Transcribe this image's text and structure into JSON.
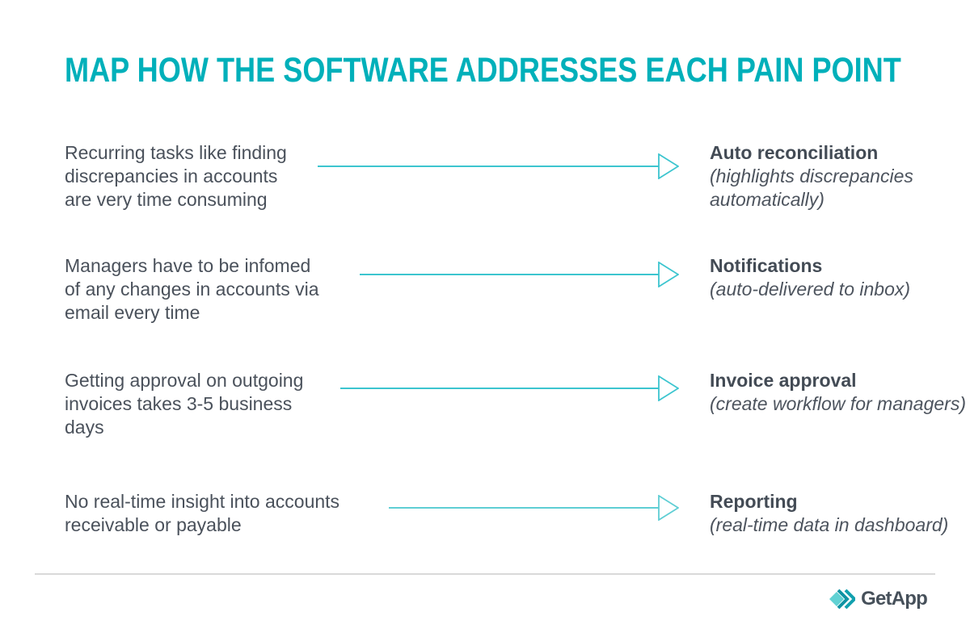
{
  "title": "MAP HOW THE SOFTWARE ADDRESSES EACH PAIN POINT",
  "rows": [
    {
      "pain_lines": [
        "Recurring tasks like finding",
        "discrepancies in accounts",
        "are very time consuming"
      ],
      "feature": "Auto reconciliation",
      "detail_lines": [
        "(highlights discrepancies",
        "automatically)"
      ]
    },
    {
      "pain_lines": [
        "Managers have to be infomed",
        "of any changes in accounts via",
        "email every time"
      ],
      "feature": "Notifications",
      "detail_lines": [
        "(auto-delivered to inbox)"
      ]
    },
    {
      "pain_lines": [
        "Getting approval on outgoing",
        "invoices takes 3-5 business",
        "days"
      ],
      "feature": "Invoice approval",
      "detail_lines": [
        "(create workflow for managers)"
      ]
    },
    {
      "pain_lines": [
        "No real-time insight into accounts",
        "receivable or payable"
      ],
      "feature": "Reporting",
      "detail_lines": [
        "(real-time data in dashboard)"
      ]
    }
  ],
  "footer": {
    "brand": "GetApp"
  },
  "colors": {
    "accent_teal": "#00b0ba",
    "arrow_teal": "#3cc5cf",
    "arrow_teal_light": "#5fced4",
    "text_dark": "#4a515b",
    "divider_gray": "#d9d9d9",
    "logo_diamond": "#4fccce",
    "logo_chevron": "#0f93a3",
    "logo_text": "#46505a"
  }
}
